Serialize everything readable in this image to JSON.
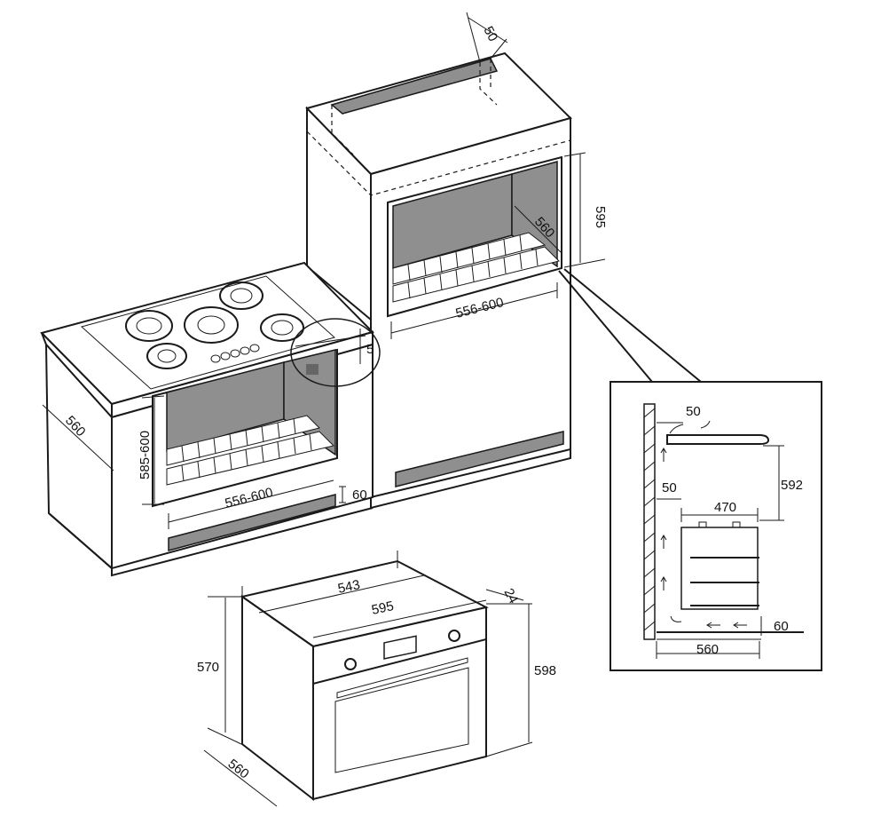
{
  "column_unit": {
    "top_gap_width": "50",
    "cavity_height": "595",
    "cavity_depth": "560",
    "cavity_width": "556-600"
  },
  "hob_unit": {
    "detail_gap": "5",
    "cabinet_depth": "560",
    "cavity_height": "585-600",
    "cavity_width": "556-600",
    "vent_height": "60"
  },
  "oven": {
    "inner_width": "543",
    "front_width": "595",
    "panel_depth": "24",
    "body_height": "570",
    "front_height": "598",
    "body_depth": "560"
  },
  "detail_section": {
    "top_gap": "50",
    "rear_gap": "50",
    "height": "592",
    "oven_depth": "470",
    "bottom_vent": "60",
    "cabinet_depth": "560"
  }
}
